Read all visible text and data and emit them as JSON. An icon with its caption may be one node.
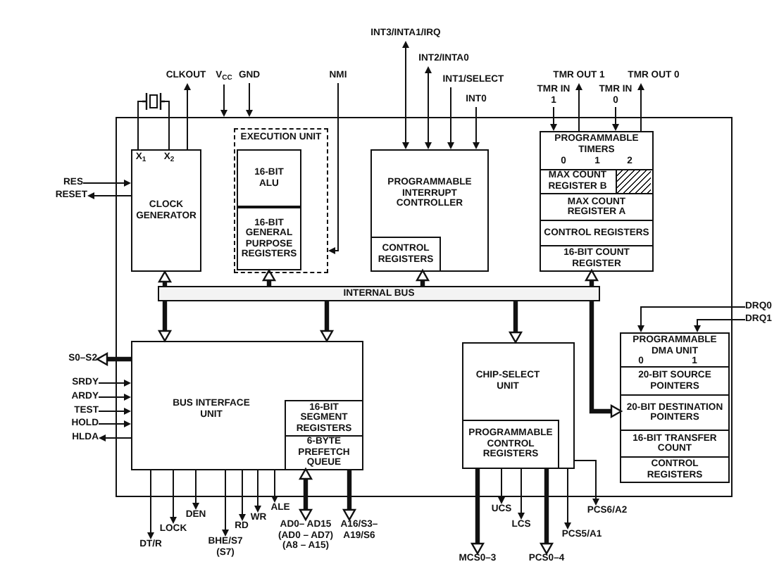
{
  "diagram": {
    "nodes": [
      {
        "text": [],
        "shape": "box"
      },
      {
        "text": [],
        "shape": "box"
      },
      {
        "text": [
          "CLKOUT"
        ]
      },
      {
        "text": [
          "V$_{CC}$"
        ]
      },
      {
        "text": [
          "GND"
        ]
      },
      {
        "text": [
          "NMI"
        ]
      },
      {
        "text": [
          "INT3/INTA1/IRQ"
        ]
      },
      {
        "text": [
          "INT2/INTA0"
        ]
      },
      {
        "text": [
          "INT1/SELECT"
        ]
      },
      {
        "text": [
          "INT0"
        ]
      },
      {
        "text": [
          "TMR OUT 1"
        ]
      },
      {
        "text": [
          "TMR OUT 0"
        ]
      },
      {
        "text": [
          "TMR IN 1"
        ]
      },
      {
        "text": [
          "TMR IN 0"
        ]
      },
      {
        "text": [
          "RES"
        ]
      },
      {
        "text": [
          "RESET"
        ]
      },
      {
        "text": [
          "X$_{1}$",
          "X$_{2}$",
          "CLOCK GENERATOR"
        ],
        "in": 0
      },
      {
        "text": [
          "EXECUTION UNIT"
        ],
        "in": 0
      },
      {
        "text": [
          "16-BIT ALU"
        ],
        "in": 17
      },
      {
        "text": [
          "16-BIT GENERAL PURPOSE REGISTERS"
        ],
        "in": 17
      },
      {
        "text": [
          "PROGRAMMABLE INTERRUPT CONTROLLER"
        ],
        "in": 0
      },
      {
        "text": [
          "CONTROL REGISTERS"
        ],
        "in": 20
      },
      {
        "text": [
          "PROGRAMMABLE TIMERS",
          "0",
          "1",
          "2"
        ],
        "in": 0
      },
      {
        "text": [
          "MAX COUNT REGISTER B"
        ],
        "in": 22
      },
      {
        "text": [
          "MAX COUNT REGISTER A"
        ],
        "in": 22
      },
      {
        "text": [
          "CONTROL REGISTERS"
        ],
        "in": 22
      },
      {
        "text": [
          "16-BIT COUNT REGISTER"
        ],
        "in": 22
      },
      {
        "text": [
          "INTERNAL BUS"
        ],
        "in": 0
      },
      {
        "text": [
          "DRQ0"
        ]
      },
      {
        "text": [
          "DRQ1"
        ]
      },
      {
        "text": [
          "S0–S2"
        ]
      },
      {
        "text": [
          "SRDY"
        ]
      },
      {
        "text": [
          "ARDY"
        ]
      },
      {
        "text": [
          "TEST"
        ]
      },
      {
        "text": [
          "HOLD"
        ]
      },
      {
        "text": [
          "HLDA"
        ]
      },
      {
        "text": [
          "BUS INTERFACE UNIT"
        ],
        "in": 0
      },
      {
        "text": [
          "16-BIT SEGMENT REGISTERS"
        ],
        "in": 36
      },
      {
        "text": [
          "6-BYTE PREFETCH QUEUE"
        ],
        "in": 36
      },
      {
        "text": [
          "CHIP-SELECT UNIT"
        ],
        "in": 0
      },
      {
        "text": [
          "PROGRAMMABLE CONTROL REGISTERS"
        ],
        "in": 39
      },
      {
        "text": [
          "PROGRAMMABLE DMA UNIT",
          "0",
          "1"
        ],
        "in": 0
      },
      {
        "text": [
          "20-BIT SOURCE POINTERS"
        ],
        "in": 41
      },
      {
        "text": [
          "20-BIT DESTINATION POINTERS"
        ],
        "in": 41
      },
      {
        "text": [
          "16-BIT TRANSFER COUNT"
        ],
        "in": 41
      },
      {
        "text": [
          "CONTROL REGISTERS"
        ],
        "in": 41
      },
      {
        "text": [
          "DT/R"
        ]
      },
      {
        "text": [
          "LOCK"
        ]
      },
      {
        "text": [
          "DEN"
        ]
      },
      {
        "text": [
          "BHE/S7 (S7)"
        ]
      },
      {
        "text": [
          "RD"
        ]
      },
      {
        "text": [
          "WR"
        ]
      },
      {
        "text": [
          "ALE"
        ]
      },
      {
        "text": [
          "AD0– AD15 (AD0 – AD7) (A8 – A15)"
        ]
      },
      {
        "text": [
          "A16/S3– A19/S6"
        ]
      },
      {
        "text": [
          "PCS6/A2"
        ]
      },
      {
        "text": [
          "UCS"
        ]
      },
      {
        "text": [
          "LCS"
        ]
      },
      {
        "text": [
          "PCS5/A1"
        ]
      },
      {
        "text": [
          "MCS0–3"
        ]
      },
      {
        "text": [
          "PCS0–4"
        ]
      }
    ],
    "edges": [
      {
        "from": 1,
        "to": 16,
        "arrow": "none"
      },
      {
        "from": 1,
        "to": 16,
        "arrow": "none"
      },
      {
        "from": 16,
        "to": 2,
        "arrow": "to"
      },
      {
        "from": 3,
        "to": 0,
        "arrow": "to"
      },
      {
        "from": 4,
        "to": 0,
        "arrow": "to"
      },
      {
        "from": 5,
        "to": 17,
        "arrow": "to"
      },
      {
        "from": 6,
        "to": 20,
        "arrow": "both"
      },
      {
        "from": 7,
        "to": 20,
        "arrow": "both"
      },
      {
        "from": 8,
        "to": 20,
        "arrow": "to"
      },
      {
        "from": 9,
        "to": 20,
        "arrow": "to"
      },
      {
        "from": 12,
        "to": 22,
        "arrow": "to"
      },
      {
        "from": 22,
        "to": 10,
        "arrow": "to"
      },
      {
        "from": 13,
        "to": 22,
        "arrow": "to"
      },
      {
        "from": 22,
        "to": 11,
        "arrow": "to"
      },
      {
        "from": 14,
        "to": 16,
        "arrow": "to"
      },
      {
        "from": 16,
        "to": 15,
        "arrow": "to"
      },
      {
        "from": 27,
        "to": 16,
        "arrow": "to",
        "style": "thick"
      },
      {
        "from": 27,
        "to": 19,
        "arrow": "to",
        "style": "thick"
      },
      {
        "from": 27,
        "to": 21,
        "arrow": "to",
        "style": "thick"
      },
      {
        "from": 27,
        "to": 26,
        "arrow": "to",
        "style": "thick"
      },
      {
        "from": 27,
        "to": 36,
        "arrow": "to",
        "style": "thick"
      },
      {
        "from": 27,
        "to": 36,
        "arrow": "to",
        "style": "thick"
      },
      {
        "from": 27,
        "to": 39,
        "arrow": "to",
        "style": "thick"
      },
      {
        "from": 27,
        "to": 43,
        "arrow": "to",
        "style": "thick"
      },
      {
        "from": 28,
        "to": 41,
        "arrow": "to"
      },
      {
        "from": 29,
        "to": 41,
        "arrow": "to"
      },
      {
        "from": 36,
        "to": 30,
        "arrow": "to",
        "style": "thick"
      },
      {
        "from": 31,
        "to": 36,
        "arrow": "to"
      },
      {
        "from": 32,
        "to": 36,
        "arrow": "to"
      },
      {
        "from": 33,
        "to": 36,
        "arrow": "to"
      },
      {
        "from": 34,
        "to": 36,
        "arrow": "to"
      },
      {
        "from": 36,
        "to": 35,
        "arrow": "to"
      },
      {
        "from": 36,
        "to": 46,
        "arrow": "to"
      },
      {
        "from": 36,
        "to": 47,
        "arrow": "to"
      },
      {
        "from": 36,
        "to": 48,
        "arrow": "to"
      },
      {
        "from": 36,
        "to": 49,
        "arrow": "to"
      },
      {
        "from": 36,
        "to": 50,
        "arrow": "to"
      },
      {
        "from": 36,
        "to": 51,
        "arrow": "to"
      },
      {
        "from": 36,
        "to": 52,
        "arrow": "to"
      },
      {
        "from": 38,
        "to": 53,
        "arrow": "both",
        "style": "thick"
      },
      {
        "from": 38,
        "to": 54,
        "arrow": "to",
        "style": "thick"
      },
      {
        "from": 40,
        "to": 59,
        "arrow": "to",
        "style": "thick"
      },
      {
        "from": 40,
        "to": 56,
        "arrow": "to"
      },
      {
        "from": 40,
        "to": 57,
        "arrow": "to"
      },
      {
        "from": 40,
        "to": 60,
        "arrow": "to",
        "style": "thick"
      },
      {
        "from": 39,
        "to": 58,
        "arrow": "to"
      },
      {
        "from": 39,
        "to": 55,
        "arrow": "to"
      }
    ]
  }
}
